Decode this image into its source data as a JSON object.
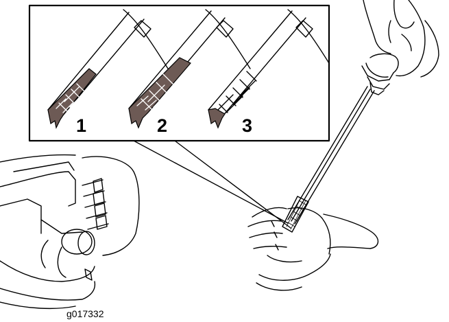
{
  "callouts": {
    "level_1": "1",
    "level_2": "2",
    "level_3": "3"
  },
  "figure_id": "g017332",
  "colors": {
    "oil": "#6d5a55",
    "line": "#000000",
    "background": "#ffffff"
  },
  "icons": [
    "dipstick-icon",
    "hand-icon",
    "engine-icon"
  ]
}
